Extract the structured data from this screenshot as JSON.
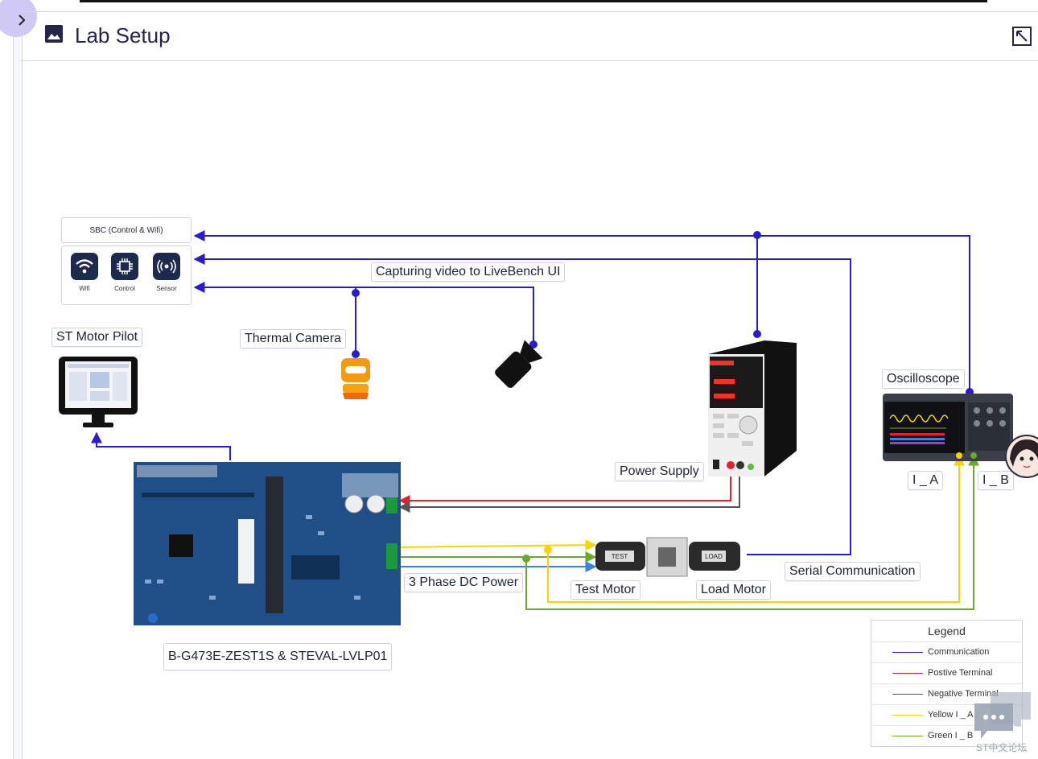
{
  "header": {
    "title": "Lab Setup",
    "icon": "image-icon",
    "expand_icon": "expand-icon"
  },
  "labels": {
    "sbc": "SBC (Control & Wifi)",
    "wifi": "Wifi",
    "control": "Control",
    "sensor": "Sensor",
    "capturing_video": "Capturing video to LiveBench UI",
    "thermal_camera": "Thermal Camera",
    "st_motor_pilot": "ST Motor Pilot",
    "power_supply": "Power Supply",
    "oscilloscope": "Oscilloscope",
    "i_a": "I _ A",
    "i_b": "I _ B",
    "three_phase": "3 Phase DC Power",
    "test_motor": "Test Motor",
    "load_motor": "Load Motor",
    "serial_comm": "Serial Communication",
    "board": "B-G473E-ZEST1S & STEVAL-LVLP01",
    "motor_test_tag": "TEST",
    "motor_load_tag": "LOAD"
  },
  "legend": {
    "title": "Legend",
    "items": [
      {
        "label": "Communication",
        "color": "#2a1ccc"
      },
      {
        "label": "Postive Terminal",
        "color": "#e5202a"
      },
      {
        "label": "Negative Terminal",
        "color": "#555555"
      },
      {
        "label": "Yellow  I _ A",
        "color": "#f5d400"
      },
      {
        "label": "Green  I _ B",
        "color": "#6aaa2a"
      }
    ]
  },
  "watermark": "ST中文论坛",
  "colors": {
    "communication": "#2a1ccc",
    "positive": "#e5202a",
    "negative": "#555555",
    "yellow": "#f5d400",
    "green": "#6aaa2a",
    "blue_phase": "#3a82e0"
  }
}
